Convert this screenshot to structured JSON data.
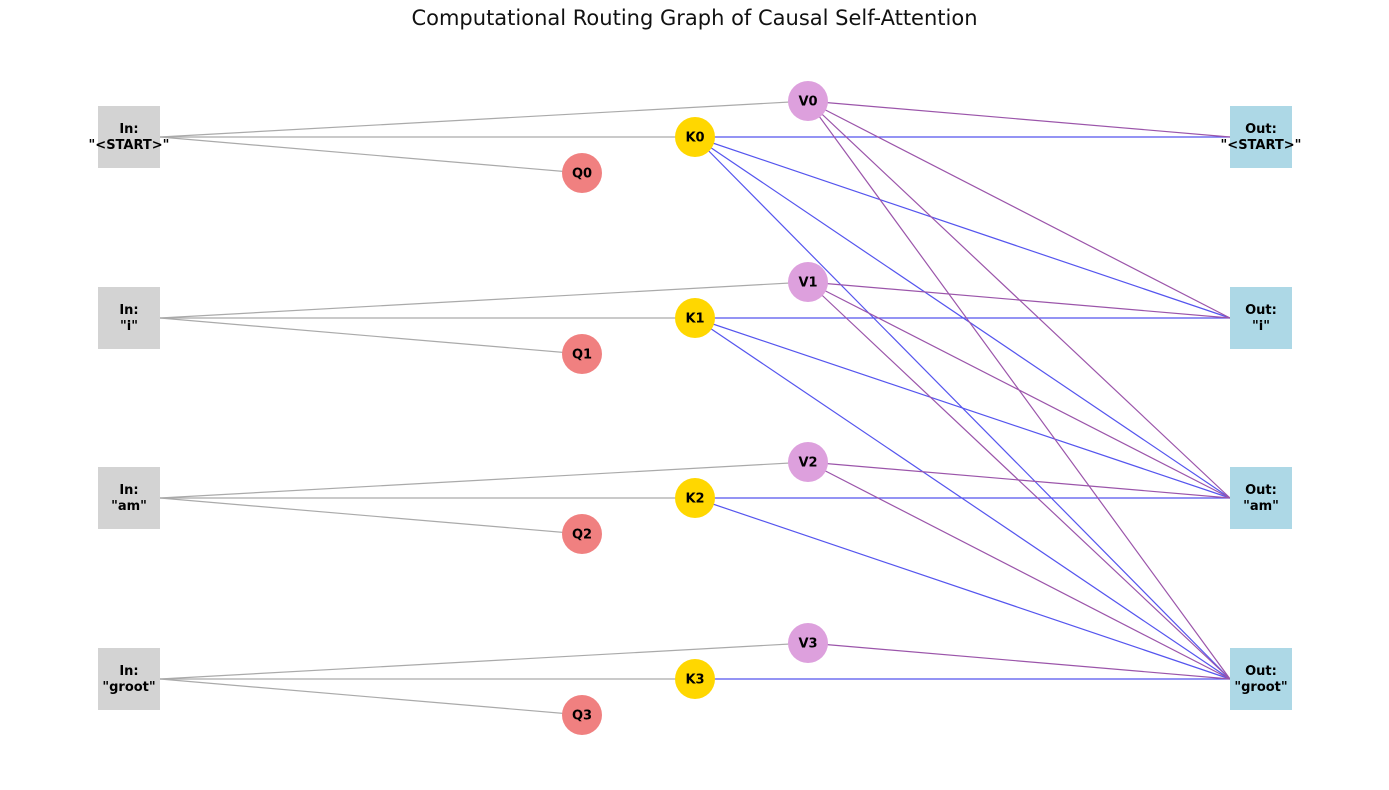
{
  "title": "Computational Routing Graph of Causal Self-Attention",
  "colors": {
    "input_box": "#d3d3d3",
    "output_box": "#add8e6",
    "query_node": "#f08080",
    "key_node": "#ffd700",
    "value_node": "#dda0dd",
    "input_edge": "#aaaaaa",
    "key_edge": "#5555ee",
    "value_edge": "#9b55aa"
  },
  "inputs": [
    {
      "id": "in0",
      "line1": "In:",
      "line2": "\"<START>\""
    },
    {
      "id": "in1",
      "line1": "In:",
      "line2": "\"i\""
    },
    {
      "id": "in2",
      "line1": "In:",
      "line2": "\"am\""
    },
    {
      "id": "in3",
      "line1": "In:",
      "line2": "\"groot\""
    }
  ],
  "outputs": [
    {
      "id": "out0",
      "line1": "Out:",
      "line2": "\"<START>\""
    },
    {
      "id": "out1",
      "line1": "Out:",
      "line2": "\"i\""
    },
    {
      "id": "out2",
      "line1": "Out:",
      "line2": "\"am\""
    },
    {
      "id": "out3",
      "line1": "Out:",
      "line2": "\"groot\""
    }
  ],
  "queries": [
    "Q0",
    "Q1",
    "Q2",
    "Q3"
  ],
  "keys": [
    "K0",
    "K1",
    "K2",
    "K3"
  ],
  "values": [
    "V0",
    "V1",
    "V2",
    "V3"
  ],
  "edges": {
    "input_to_qkv": "each input token feeds its own Q, K, V",
    "key_to_output": [
      [
        0,
        0
      ],
      [
        0,
        1
      ],
      [
        0,
        2
      ],
      [
        0,
        3
      ],
      [
        1,
        1
      ],
      [
        1,
        2
      ],
      [
        1,
        3
      ],
      [
        2,
        2
      ],
      [
        2,
        3
      ],
      [
        3,
        3
      ]
    ],
    "value_to_output": [
      [
        0,
        0
      ],
      [
        0,
        1
      ],
      [
        0,
        2
      ],
      [
        0,
        3
      ],
      [
        1,
        1
      ],
      [
        1,
        2
      ],
      [
        1,
        3
      ],
      [
        2,
        2
      ],
      [
        2,
        3
      ],
      [
        3,
        3
      ]
    ]
  }
}
